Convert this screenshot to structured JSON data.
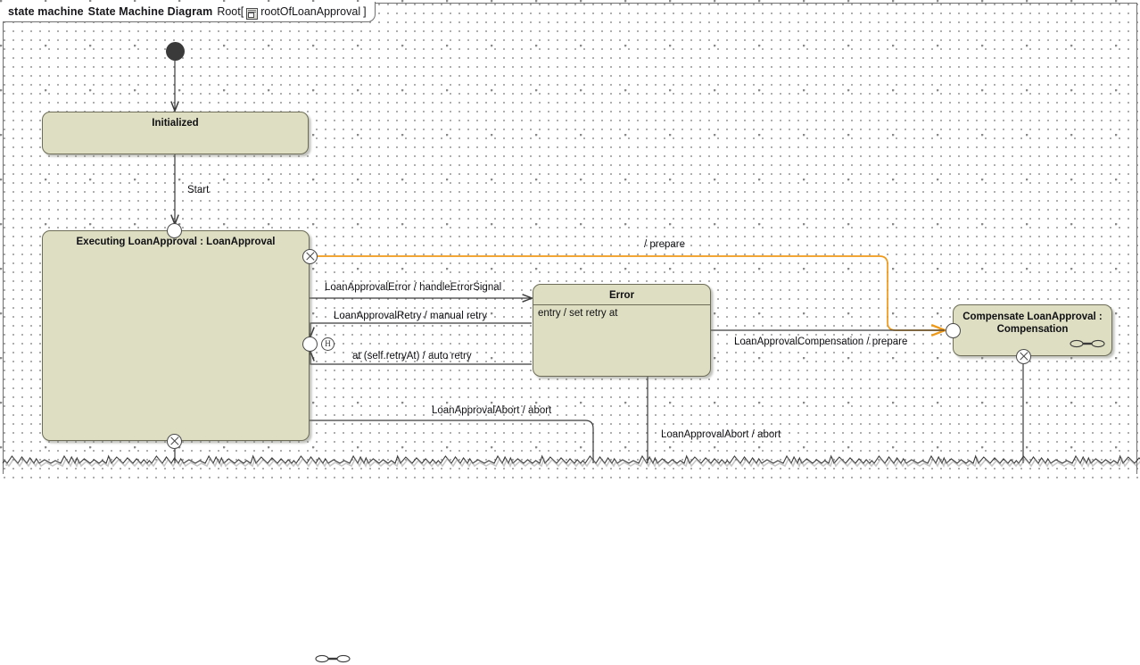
{
  "frame": {
    "kind_label": "state machine",
    "diagram_label": "State Machine Diagram",
    "root_label": "Root",
    "bracket_open": "[",
    "icon": "state-machine-icon",
    "root_name": "rootOfLoanApproval",
    "bracket_close": "]"
  },
  "states": [
    {
      "id": "initialized",
      "name": "Initialized"
    },
    {
      "id": "executing",
      "name": "Executing LoanApproval : LoanApproval"
    },
    {
      "id": "error",
      "name": "Error",
      "entry_action": "entry / set retry at"
    },
    {
      "id": "compensate",
      "name_line1": "Compensate LoanApproval :",
      "name_line2": "Compensation"
    }
  ],
  "transitions": [
    {
      "id": "start",
      "label": "Start"
    },
    {
      "id": "prepare",
      "label": "/ prepare",
      "color": "#f09a19"
    },
    {
      "id": "error-signal",
      "label": "LoanApprovalError / handleErrorSignal"
    },
    {
      "id": "manual-retry",
      "label": "LoanApprovalRetry / manual retry"
    },
    {
      "id": "auto-retry",
      "label": "at (self.retryAt) / auto retry"
    },
    {
      "id": "compensation",
      "label": "LoanApprovalCompensation / prepare"
    },
    {
      "id": "abort-executing",
      "label": "LoanApprovalAbort / abort"
    },
    {
      "id": "abort-error",
      "label": "LoanApprovalAbort / abort"
    }
  ],
  "colors": {
    "state_fill": "#dedec3",
    "state_border": "#6d6d57",
    "transition": "#3a3a3a",
    "prepare_transition": "#f09a19",
    "background": "#ffffff"
  }
}
